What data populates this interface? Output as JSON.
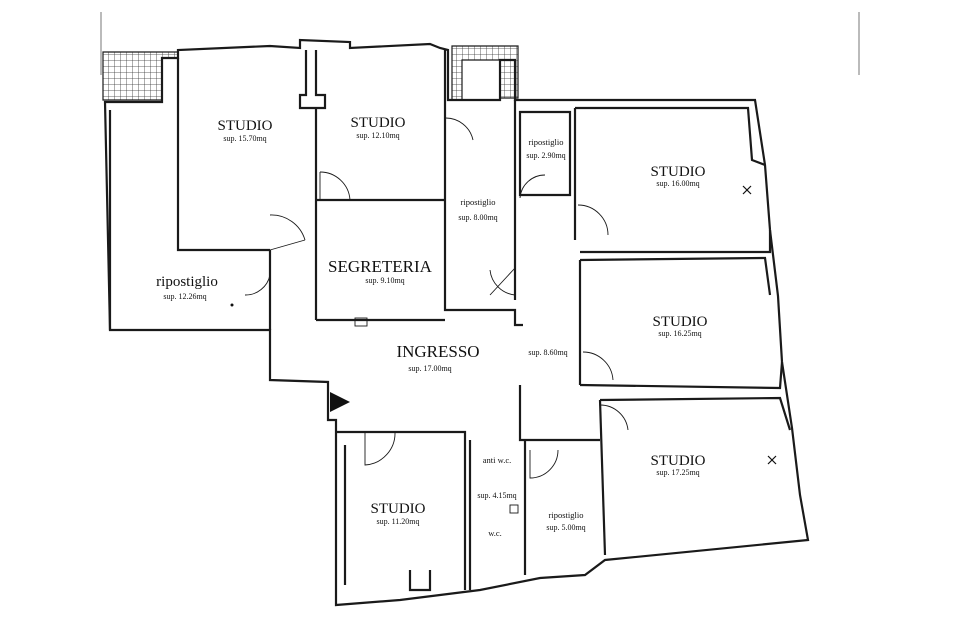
{
  "rooms": {
    "studio_a": {
      "name": "STUDIO",
      "area": "sup. 15.70mq"
    },
    "studio_b": {
      "name": "STUDIO",
      "area": "sup. 12.10mq"
    },
    "segreteria": {
      "name": "SEGRETERIA",
      "area": "sup. 9.10mq"
    },
    "ripostiglio_large": {
      "name": "ripostiglio",
      "area": "sup. 12.26mq"
    },
    "ripostiglio_mid": {
      "name": "ripostiglio",
      "area": "sup. 8.00mq"
    },
    "ripostiglio_small": {
      "name": "ripostiglio",
      "area": "sup. 2.90mq"
    },
    "studio_c": {
      "name": "STUDIO",
      "area": "sup. 16.00mq"
    },
    "studio_d": {
      "name": "STUDIO",
      "area": "sup. 16.25mq"
    },
    "studio_e": {
      "name": "STUDIO",
      "area": "sup. 17.25mq"
    },
    "ingresso": {
      "name": "INGRESSO",
      "area": "sup. 17.00mq"
    },
    "corridor": {
      "area": "sup. 8.60mq"
    },
    "studio_f": {
      "name": "STUDIO",
      "area": "sup. 11.20mq"
    },
    "anti_wc": {
      "name": "anti w.c.",
      "area": "sup. 4.15mq"
    },
    "wc": {
      "name": "w.c."
    },
    "ripostiglio_bottom": {
      "name": "ripostiglio",
      "area": "sup. 5.00mq"
    }
  },
  "icons": {
    "entrance": "entrance-arrow-icon",
    "fixture": "x-mark-icon"
  },
  "colors": {
    "line": "#1a1a1a",
    "background": "#ffffff"
  }
}
